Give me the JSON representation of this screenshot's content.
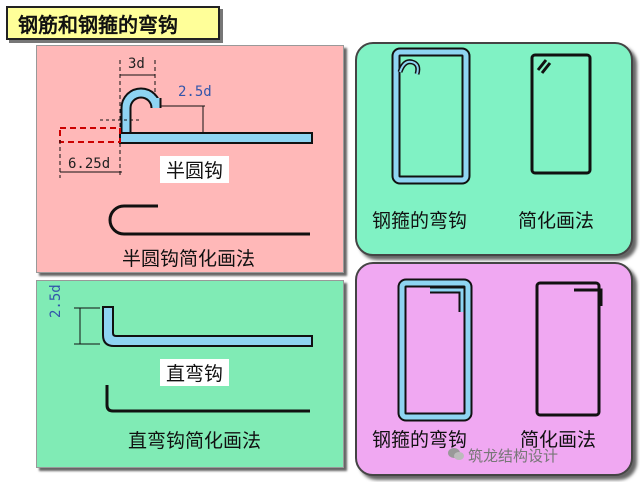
{
  "title": "钢筋和钢箍的弯钩",
  "half_round": {
    "dim_3d": "3d",
    "dim_2_5d": "2.5d",
    "dim_6_25d": "6.25d",
    "label": "半圆钩",
    "simplified_label": "半圆钩简化画法"
  },
  "straight": {
    "dim_2_5d": "2.5d",
    "label": "直弯钩",
    "simplified_label": "直弯钩简化画法"
  },
  "stirrup_top": {
    "label": "钢箍的弯钩",
    "simplified_label": "简化画法"
  },
  "stirrup_bottom": {
    "label": "钢箍的弯钩",
    "simplified_label": "简化画法"
  },
  "watermark": "筑龙结构设计",
  "colors": {
    "rebar_fill": "#8ed4f2",
    "pink_panel": "#ffb8b8",
    "green_panel": "#80ebb5",
    "teal_panel": "#80f2c4",
    "purple_panel": "#f0a8f2",
    "title_bg": "#ffff99",
    "dashed_hook": "#cc0000"
  }
}
